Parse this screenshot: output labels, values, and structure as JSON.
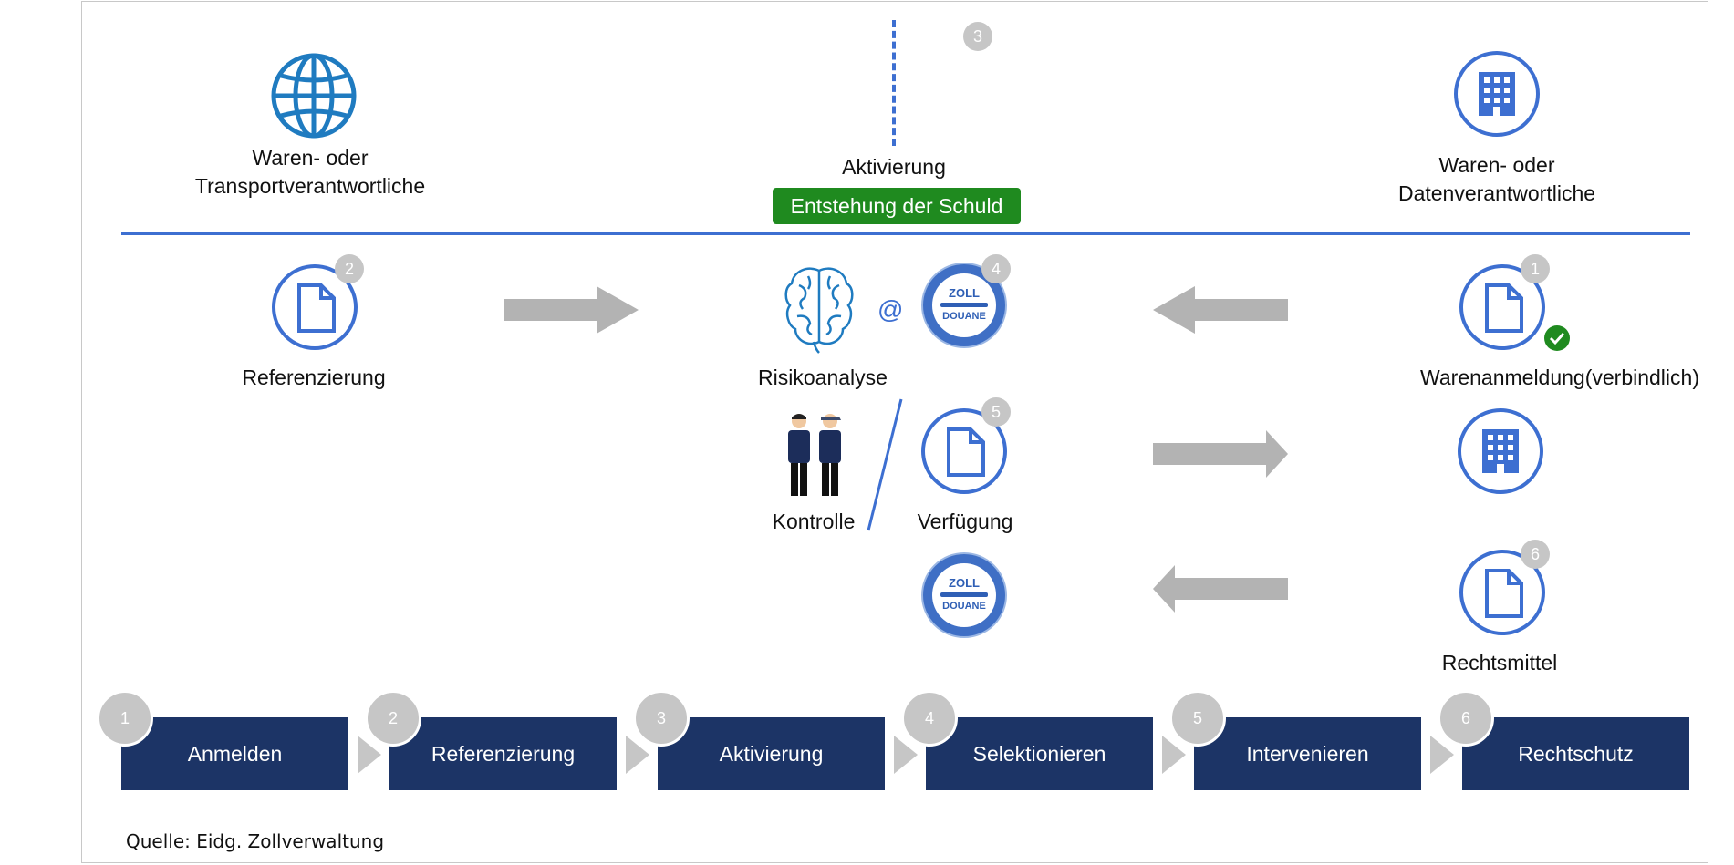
{
  "top": {
    "left_actor": {
      "line1": "Waren- oder",
      "line2": "Transportverantwortliche",
      "icon": "globe-icon"
    },
    "center": {
      "label": "Aktivierung",
      "badge": "3",
      "green_label": "Entstehung der Schuld"
    },
    "right_actor": {
      "line1": "Waren- oder",
      "line2": "Datenverantwortliche",
      "icon": "building-icon"
    }
  },
  "middle": {
    "referenzierung": {
      "label": "Referenzierung",
      "badge": "2"
    },
    "risikoanalyse": {
      "label": "Risikoanalyse",
      "at": "@",
      "badge": "4"
    },
    "kontrolle": {
      "label": "Kontrolle"
    },
    "verfuegung": {
      "label": "Verfügung",
      "badge": "5"
    },
    "warenanmeldung": {
      "label": "Warenanmeldung(verbindlich)",
      "badge": "1"
    },
    "rechtsmittel": {
      "label": "Rechtsmittel",
      "badge": "6"
    },
    "zoll": {
      "line1": "ZOLL",
      "line2": "DOUANE"
    }
  },
  "steps": [
    {
      "num": "1",
      "label": "Anmelden"
    },
    {
      "num": "2",
      "label": "Referenzierung"
    },
    {
      "num": "3",
      "label": "Aktivierung"
    },
    {
      "num": "4",
      "label": "Selektionieren"
    },
    {
      "num": "5",
      "label": "Intervenieren"
    },
    {
      "num": "6",
      "label": "Rechtschutz"
    }
  ],
  "source": "Quelle: Eidg. Zollverwaltung",
  "colors": {
    "accent_blue": "#3d6fd1",
    "step_navy": "#1c3466",
    "green": "#1f8a1f",
    "badge_gray": "#c6c6c6",
    "arrow_gray": "#b3b3b3"
  }
}
